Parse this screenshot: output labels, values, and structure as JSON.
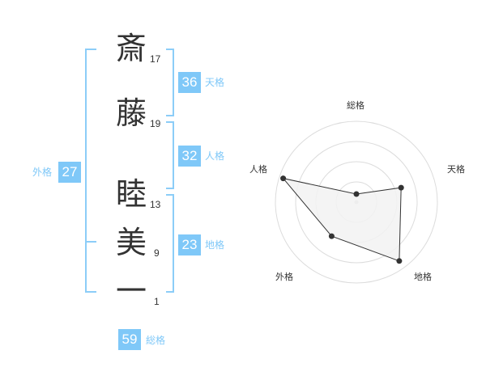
{
  "colors": {
    "accent": "#7fc8f8",
    "bracket": "#8ccdf8",
    "text": "#333333"
  },
  "name": {
    "chars": [
      {
        "char": "斎",
        "strokes": "17"
      },
      {
        "char": "藤",
        "strokes": "19"
      },
      {
        "char": "睦",
        "strokes": "13"
      },
      {
        "char": "美",
        "strokes": "9"
      },
      {
        "char": "一",
        "strokes": "1"
      }
    ]
  },
  "kaku": {
    "tenkaku": {
      "value": "36",
      "label": "天格"
    },
    "jinkaku": {
      "value": "32",
      "label": "人格"
    },
    "chikaku": {
      "value": "23",
      "label": "地格"
    },
    "gaikaku": {
      "value": "27",
      "label": "外格"
    },
    "soukaku": {
      "value": "59",
      "label": "総格"
    }
  },
  "chart_data": {
    "type": "radar",
    "axes": [
      "総格",
      "天格",
      "地格",
      "外格",
      "人格"
    ],
    "values": [
      0.1,
      0.58,
      0.9,
      0.52,
      0.95
    ],
    "range": [
      0,
      1
    ],
    "rings": 4,
    "grid": true,
    "fill": "#f2f2f2",
    "stroke": "#333333"
  }
}
